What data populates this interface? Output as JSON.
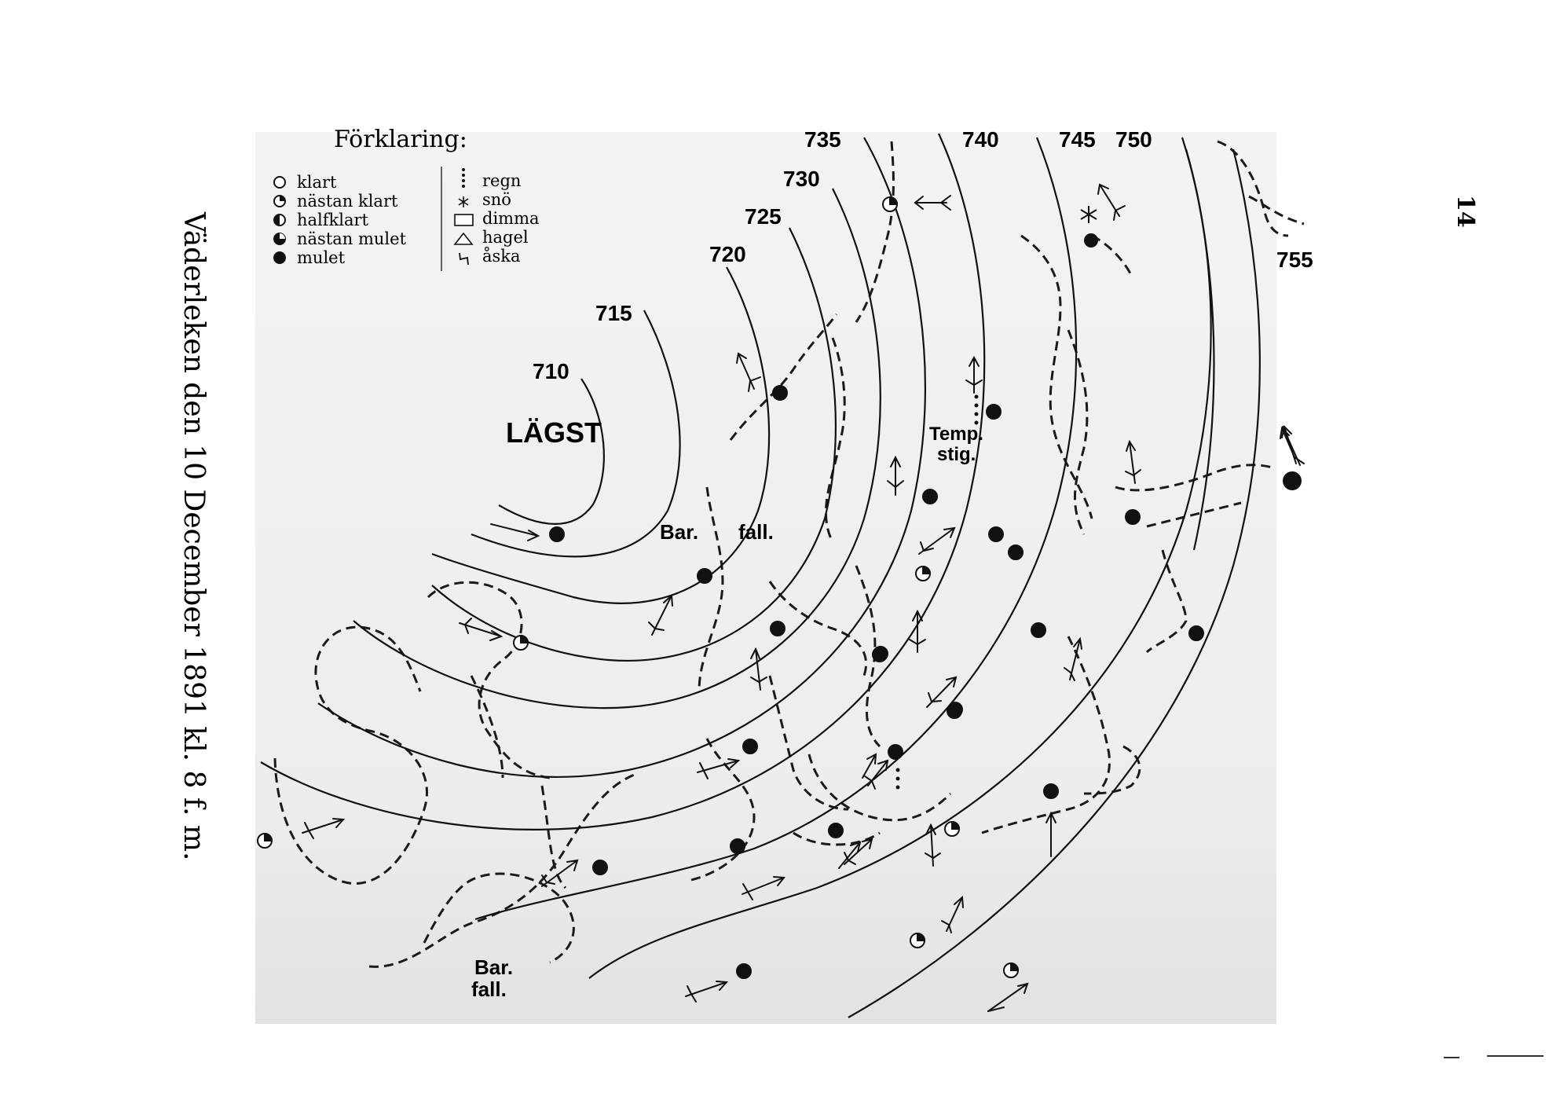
{
  "title": "Väderleken den 10 December 1891 kl. 8 f. m.",
  "page_number": "14",
  "legend": {
    "title": "Förklaring:",
    "cloud_items": [
      {
        "icon": "clear-circle-icon",
        "label": "klart"
      },
      {
        "icon": "nearly-clear-circle-icon",
        "label": "nästan klart"
      },
      {
        "icon": "half-clear-circle-icon",
        "label": "halfklart"
      },
      {
        "icon": "nearly-cloudy-circle-icon",
        "label": "nästan mulet"
      },
      {
        "icon": "cloudy-circle-icon",
        "label": "mulet"
      }
    ],
    "weather_items": [
      {
        "icon": "rain-dots-icon",
        "label": "regn"
      },
      {
        "icon": "snow-asterisk-icon",
        "label": "snö"
      },
      {
        "icon": "fog-rectangle-icon",
        "label": "dimma"
      },
      {
        "icon": "hail-triangle-icon",
        "label": "hagel"
      },
      {
        "icon": "thunder-zigzag-icon",
        "label": "åska"
      }
    ]
  },
  "isobars": {
    "labels": [
      "710",
      "715",
      "720",
      "725",
      "730",
      "735",
      "740",
      "745",
      "750",
      "755"
    ]
  },
  "annotations": {
    "low": "LÄGST",
    "bar_fall_1": "Bar.",
    "bar_fall_1b": "fall.",
    "bar_fall_2": "Bar.",
    "bar_fall_2b": "fall.",
    "temp_rise_1": "Temp.",
    "temp_rise_2": "stig."
  },
  "colors": {
    "ink": "#1a1a1a",
    "paper": "#ffffff",
    "map_shade": "#eeeeee"
  }
}
